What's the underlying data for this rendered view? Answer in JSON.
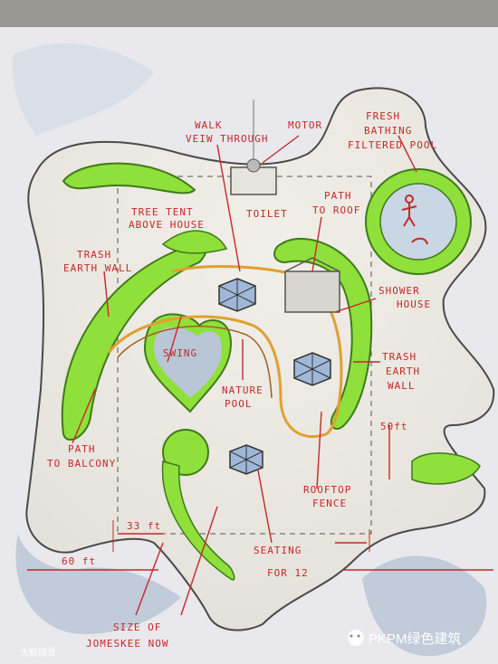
{
  "labels": {
    "walk_view_through": [
      "WALK",
      "VEIW THROUGH"
    ],
    "motor": "MOTOR",
    "fresh_bathing_pool": [
      "FRESH",
      "BATHING",
      "FILTERED POOL"
    ],
    "tree_tent": [
      "TREE TENT",
      "ABOVE HOUSE"
    ],
    "toilet": "TOILET",
    "path_to_roof": [
      "PATH",
      "TO ROOF"
    ],
    "trash_earth_wall_left": [
      "TRASH",
      "EARTH WALL"
    ],
    "shower_house": [
      "SHOWER",
      "HOUSE"
    ],
    "swing": "SWING",
    "nature_pool": [
      "NATURE",
      "POOL"
    ],
    "trash_earth_wall_right": [
      "TRASH",
      "EARTH",
      "WALL"
    ],
    "path_to_balcony": [
      "PATH",
      "TO BALCONY"
    ],
    "dim_50ft": "50ft",
    "rooftop_fence": [
      "ROOFTOP",
      "FENCE"
    ],
    "dim_33ft": "33 ft",
    "dim_60ft": "60 ft",
    "seating": [
      "SEATING",
      "FOR 12"
    ],
    "size_of": [
      "SIZE OF",
      "JOMESKEE NOW"
    ]
  },
  "watermark": {
    "brand": "PKPM绿色建筑",
    "corner": "大殿园景"
  },
  "colors": {
    "paper": "#e9e8ee",
    "ink_red": "#c6282b",
    "hedge_green": "#8fe03a",
    "water_blue": "#b9c6d6",
    "path_orange": "#e0a030",
    "outline": "#4a4a4a"
  }
}
